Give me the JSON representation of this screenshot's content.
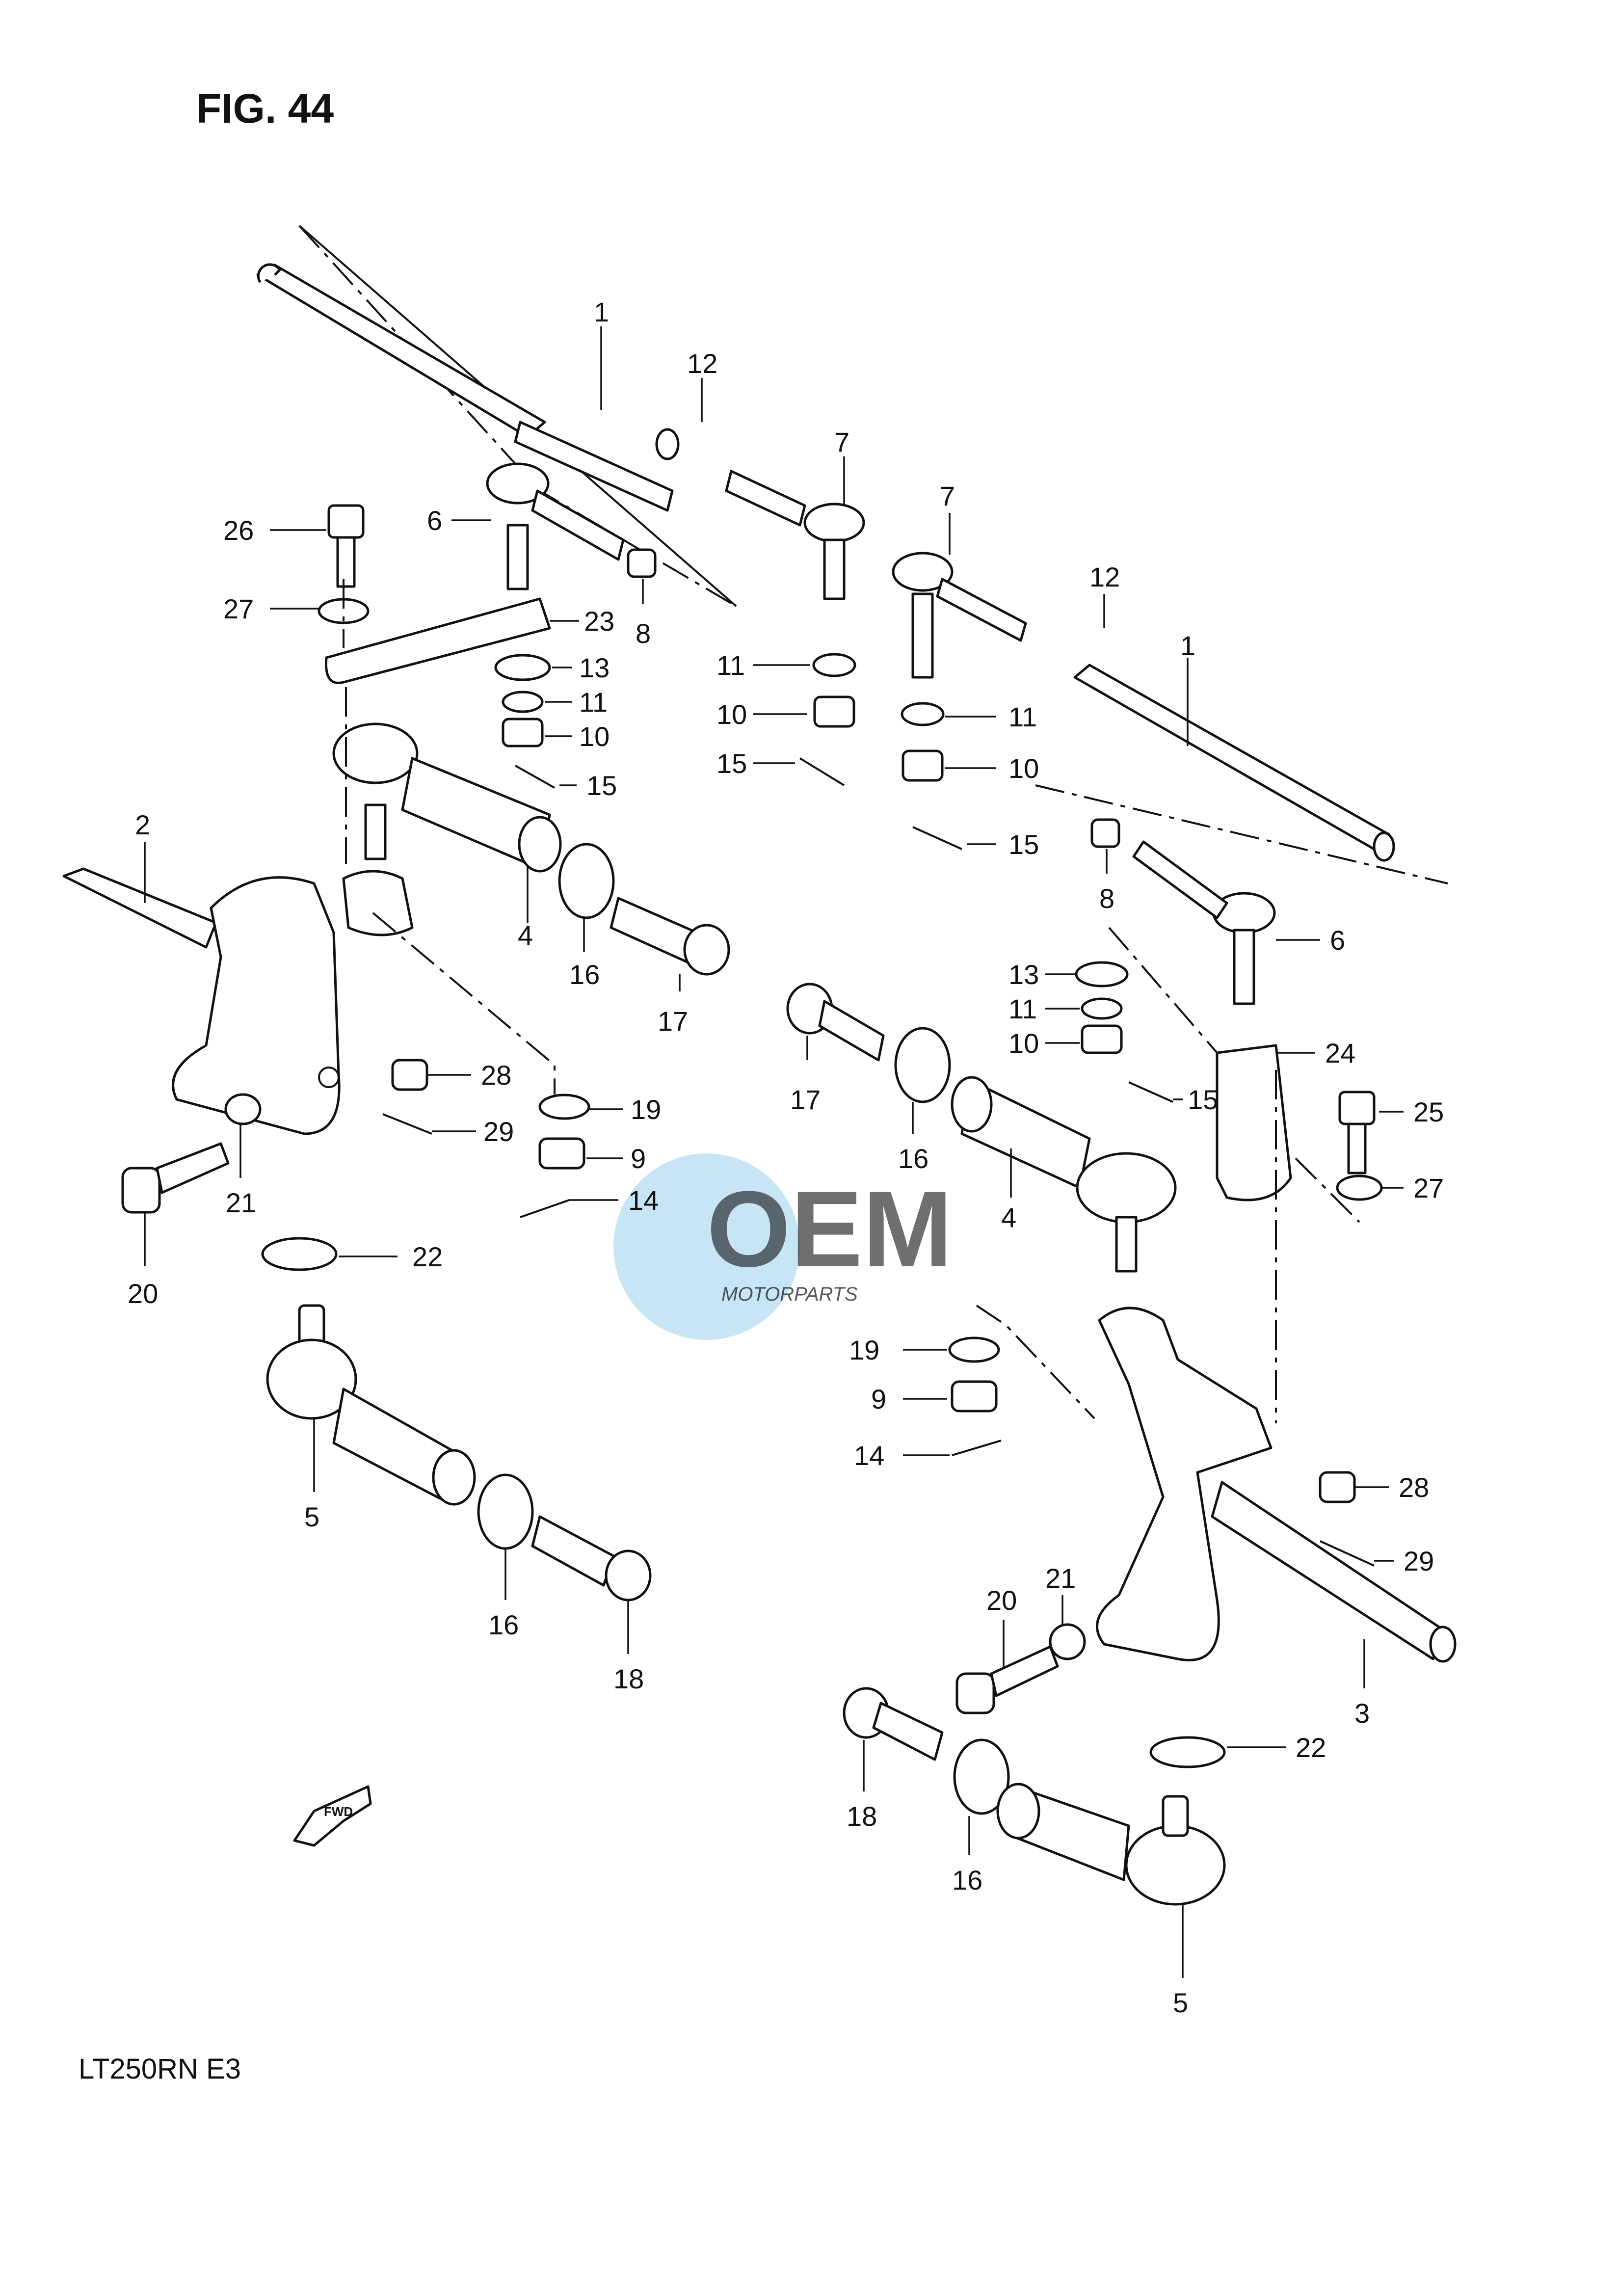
{
  "figure": {
    "title": "FIG. 44",
    "model_code": "LT250RN  E3"
  },
  "fwd_marker": {
    "label": "FWD",
    "icon": "arrow-left-icon"
  },
  "watermark": {
    "brand": "OEM",
    "sub": "MOTORPARTS",
    "icon": "globe-icon",
    "color": "#9bd0ee"
  },
  "callouts": {
    "c1a": "1",
    "c1b": "1",
    "c2": "2",
    "c3": "3",
    "c4a": "4",
    "c4b": "4",
    "c5a": "5",
    "c5b": "5",
    "c6a": "6",
    "c6b": "6",
    "c7a": "7",
    "c7b": "7",
    "c8a": "8",
    "c8b": "8",
    "c9a": "9",
    "c9b": "9",
    "c10a": "10",
    "c10b": "10",
    "c10c": "10",
    "c10d": "10",
    "c11a": "11",
    "c11b": "11",
    "c11c": "11",
    "c11d": "11",
    "c12a": "12",
    "c12b": "12",
    "c13a": "13",
    "c13b": "13",
    "c14a": "14",
    "c14b": "14",
    "c15a": "15",
    "c15b": "15",
    "c15c": "15",
    "c15d": "15",
    "c16a": "16",
    "c16b": "16",
    "c16c": "16",
    "c16d": "16",
    "c17a": "17",
    "c17b": "17",
    "c18a": "18",
    "c18b": "18",
    "c19a": "19",
    "c19b": "19",
    "c20a": "20",
    "c20b": "20",
    "c21a": "21",
    "c21b": "21",
    "c22a": "22",
    "c22b": "22",
    "c23": "23",
    "c24": "24",
    "c25": "25",
    "c26": "26",
    "c27a": "27",
    "c27b": "27",
    "c28a": "28",
    "c28b": "28",
    "c29a": "29",
    "c29b": "29"
  }
}
